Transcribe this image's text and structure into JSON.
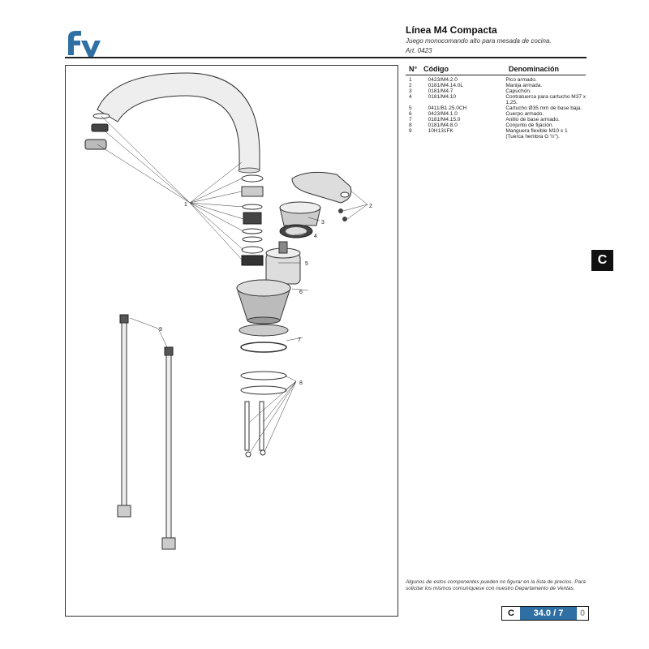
{
  "header": {
    "title": "Línea M4 Compacta",
    "subtitle": "Juego monocomando alto para mesada de cocina.",
    "article": "Art. 0423",
    "brand_color": "#2f6fa3"
  },
  "table": {
    "headers": [
      "N°",
      "Código",
      "Denominación"
    ],
    "rows": [
      {
        "no": "1",
        "code": "0423/M4.2.0",
        "name": "Pico armado."
      },
      {
        "no": "2",
        "code": "0181/M4.14.0L",
        "name": "Manija armada."
      },
      {
        "no": "3",
        "code": "0181/M4.7",
        "name": "Capuchón."
      },
      {
        "no": "4",
        "code": "0181/M4.10",
        "name": "Contratuerca para cartucho M37 x 1,25."
      },
      {
        "no": "5",
        "code": "0411/B1.25.0CH",
        "name": "Cartucho Ø35 mm de base baja."
      },
      {
        "no": "6",
        "code": "0423/M4.1.0",
        "name": "Cuerpo armado."
      },
      {
        "no": "7",
        "code": "0181/M4.15.0",
        "name": "Anillo de base armado."
      },
      {
        "no": "8",
        "code": "0181/M4.8.0",
        "name": "Conjunto de fijación."
      },
      {
        "no": "9",
        "code": "10H131FK",
        "name": "Manguera flexible M10 x 1 (Tuerca hembra G ½\")."
      }
    ]
  },
  "diagram": {
    "callouts": [
      "1",
      "2",
      "3",
      "4",
      "5",
      "6",
      "7",
      "8",
      "9"
    ]
  },
  "section_tab": "C",
  "note": "Algunos de estos componentes pueden no figurar en la lista de precios. Para solicitar los mismos comuníquese con nuestro Departamento de Ventas.",
  "page": {
    "section": "C",
    "number": "34.0 / 7",
    "revision": "0"
  }
}
